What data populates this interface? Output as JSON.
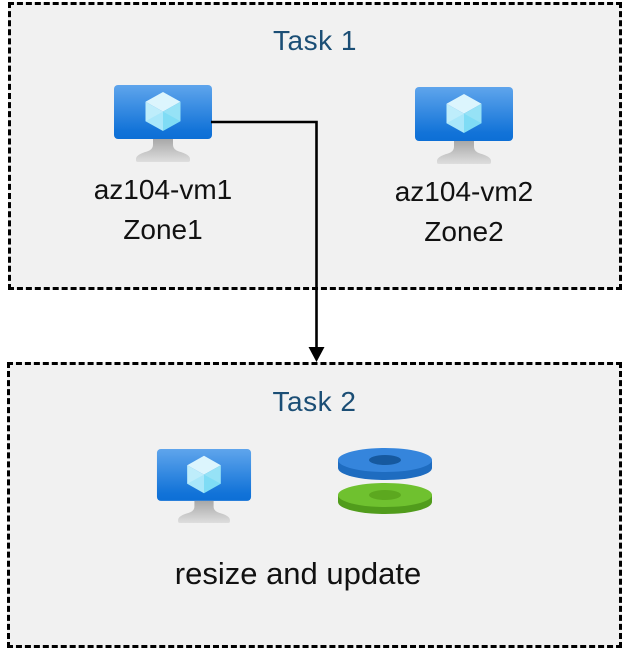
{
  "task1": {
    "title": "Task 1",
    "vms": [
      {
        "name": "az104-vm1",
        "zone": "Zone1"
      },
      {
        "name": "az104-vm2",
        "zone": "Zone2"
      }
    ]
  },
  "task2": {
    "title": "Task 2",
    "caption": "resize and update"
  },
  "icons": {
    "vm": "azure-virtual-machine-icon",
    "disks": "azure-disk-stack-icon",
    "arrow": "down-elbow-arrow"
  },
  "colors": {
    "box_background": "#F1F1F1",
    "box_border": "#000000",
    "title_text": "#1B4E75",
    "label_text": "#111111",
    "vm_screen_gradient_top": "#5FA5EC",
    "vm_screen_gradient_bottom": "#0D6FD6",
    "cube_top_face": "#DCF5FD",
    "cube_left_face": "#A9E7FA",
    "cube_right_face": "#7FDCF5",
    "stand_gray_top": "#A8A8A8",
    "stand_gray_bottom": "#DEDEDE",
    "disk_blue_top": "#3585DC",
    "disk_blue_side": "#1E6CC0",
    "disk_blue_hole": "#16599F",
    "disk_green_top": "#6FC12F",
    "disk_green_side": "#519C1C",
    "disk_green_center": "#5CA81F",
    "arrow": "#000000"
  }
}
